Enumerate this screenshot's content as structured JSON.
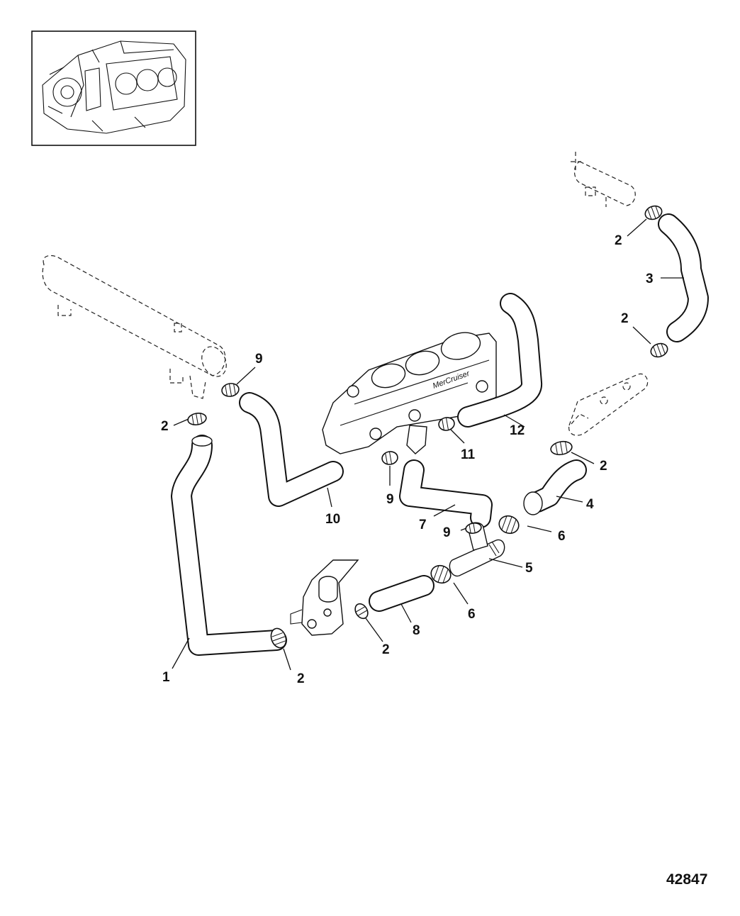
{
  "figure_number": "42847",
  "callouts": [
    {
      "id": "c1",
      "label": "1"
    },
    {
      "id": "c2a",
      "label": "2"
    },
    {
      "id": "c2b",
      "label": "2"
    },
    {
      "id": "c2c",
      "label": "2"
    },
    {
      "id": "c2d",
      "label": "2"
    },
    {
      "id": "c2e",
      "label": "2"
    },
    {
      "id": "c2f",
      "label": "2"
    },
    {
      "id": "c3",
      "label": "3"
    },
    {
      "id": "c4",
      "label": "4"
    },
    {
      "id": "c5",
      "label": "5"
    },
    {
      "id": "c6a",
      "label": "6"
    },
    {
      "id": "c6b",
      "label": "6"
    },
    {
      "id": "c7",
      "label": "7"
    },
    {
      "id": "c8",
      "label": "8"
    },
    {
      "id": "c9a",
      "label": "9"
    },
    {
      "id": "c9b",
      "label": "9"
    },
    {
      "id": "c9c",
      "label": "9"
    },
    {
      "id": "c10",
      "label": "10"
    },
    {
      "id": "c11",
      "label": "11"
    },
    {
      "id": "c12",
      "label": "12"
    }
  ]
}
